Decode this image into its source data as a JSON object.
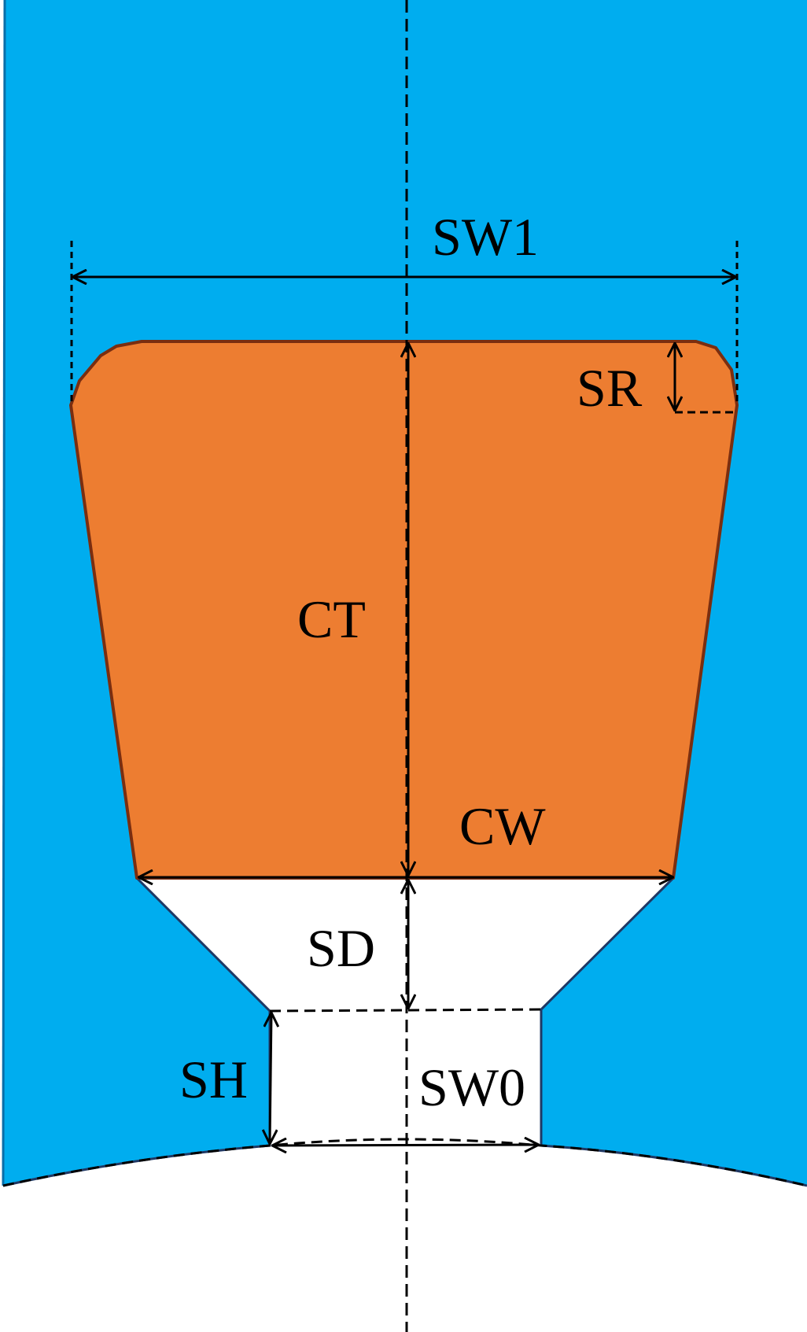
{
  "colors": {
    "core": "#00ADEF",
    "coil": "#ED7D31",
    "coil_edge": "#7A2E10",
    "slot": "#FFFFFF",
    "line": "#000000",
    "core_edge": "#1F3864"
  },
  "labels": {
    "sw1": "SW1",
    "sr": "SR",
    "ct": "CT",
    "cw": "CW",
    "sd": "SD",
    "sh": "SH",
    "sw0": "SW0"
  }
}
